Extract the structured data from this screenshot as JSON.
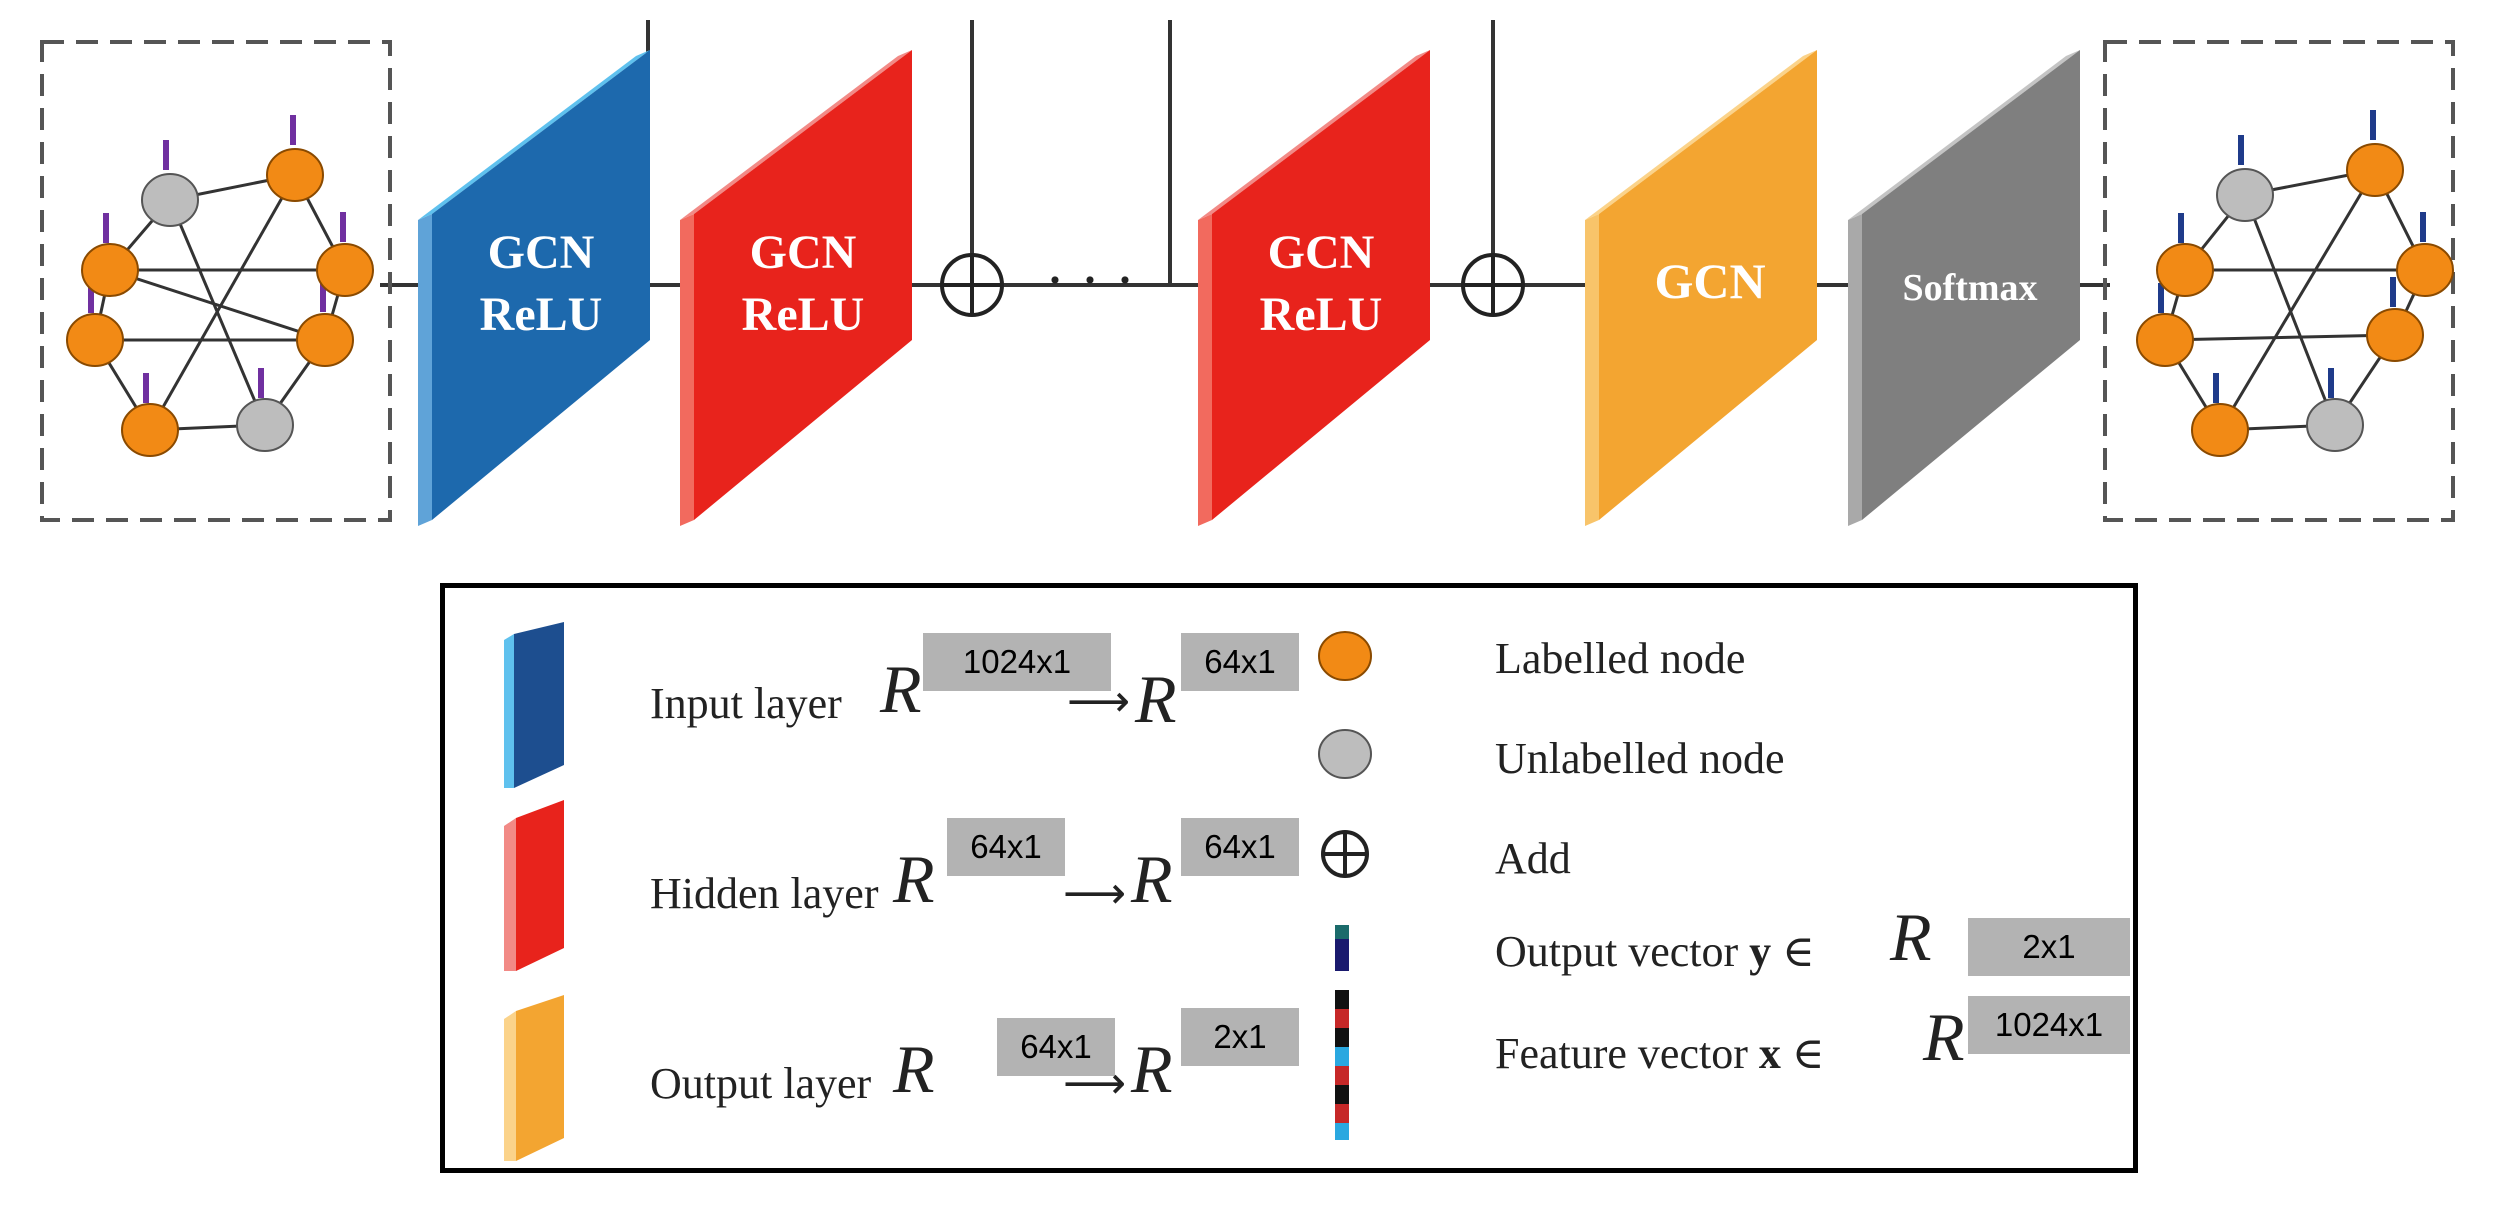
{
  "colors": {
    "input": "#1d69ad",
    "hidden": "#e8231c",
    "output": "#f3a531",
    "softmax": "#7f7f7f",
    "labelled_node": "#f28a15",
    "unlabelled_node": "#bdbdbd"
  },
  "blocks": [
    {
      "line1": "GCN",
      "line2": "ReLU"
    },
    {
      "line1": "GCN",
      "line2": "ReLU"
    },
    {
      "line1": "GCN",
      "line2": "ReLU"
    },
    {
      "line1": "GCN",
      "line2": ""
    },
    {
      "line1": "Softmax",
      "line2": ""
    }
  ],
  "ellipsis": "· · ·",
  "legend": {
    "input_layer": {
      "label": "Input layer",
      "in_dim": "1024x1",
      "out_dim": "64x1"
    },
    "hidden_layer": {
      "label": "Hidden layer",
      "in_dim": "64x1",
      "out_dim": "64x1"
    },
    "output_layer": {
      "label": "Output layer",
      "in_dim": "64x1",
      "out_dim": "2x1"
    },
    "R": "R",
    "arrow": "⟶",
    "labelled_node": "Labelled node",
    "unlabelled_node": "Unlabelled node",
    "add": "Add",
    "output_vector": {
      "label": "Output vector",
      "var": "y",
      "in": "∈",
      "dim": "2x1"
    },
    "feature_vector": {
      "label": "Feature vector",
      "var": "x",
      "in": "∈",
      "dim": "1024x1"
    }
  }
}
